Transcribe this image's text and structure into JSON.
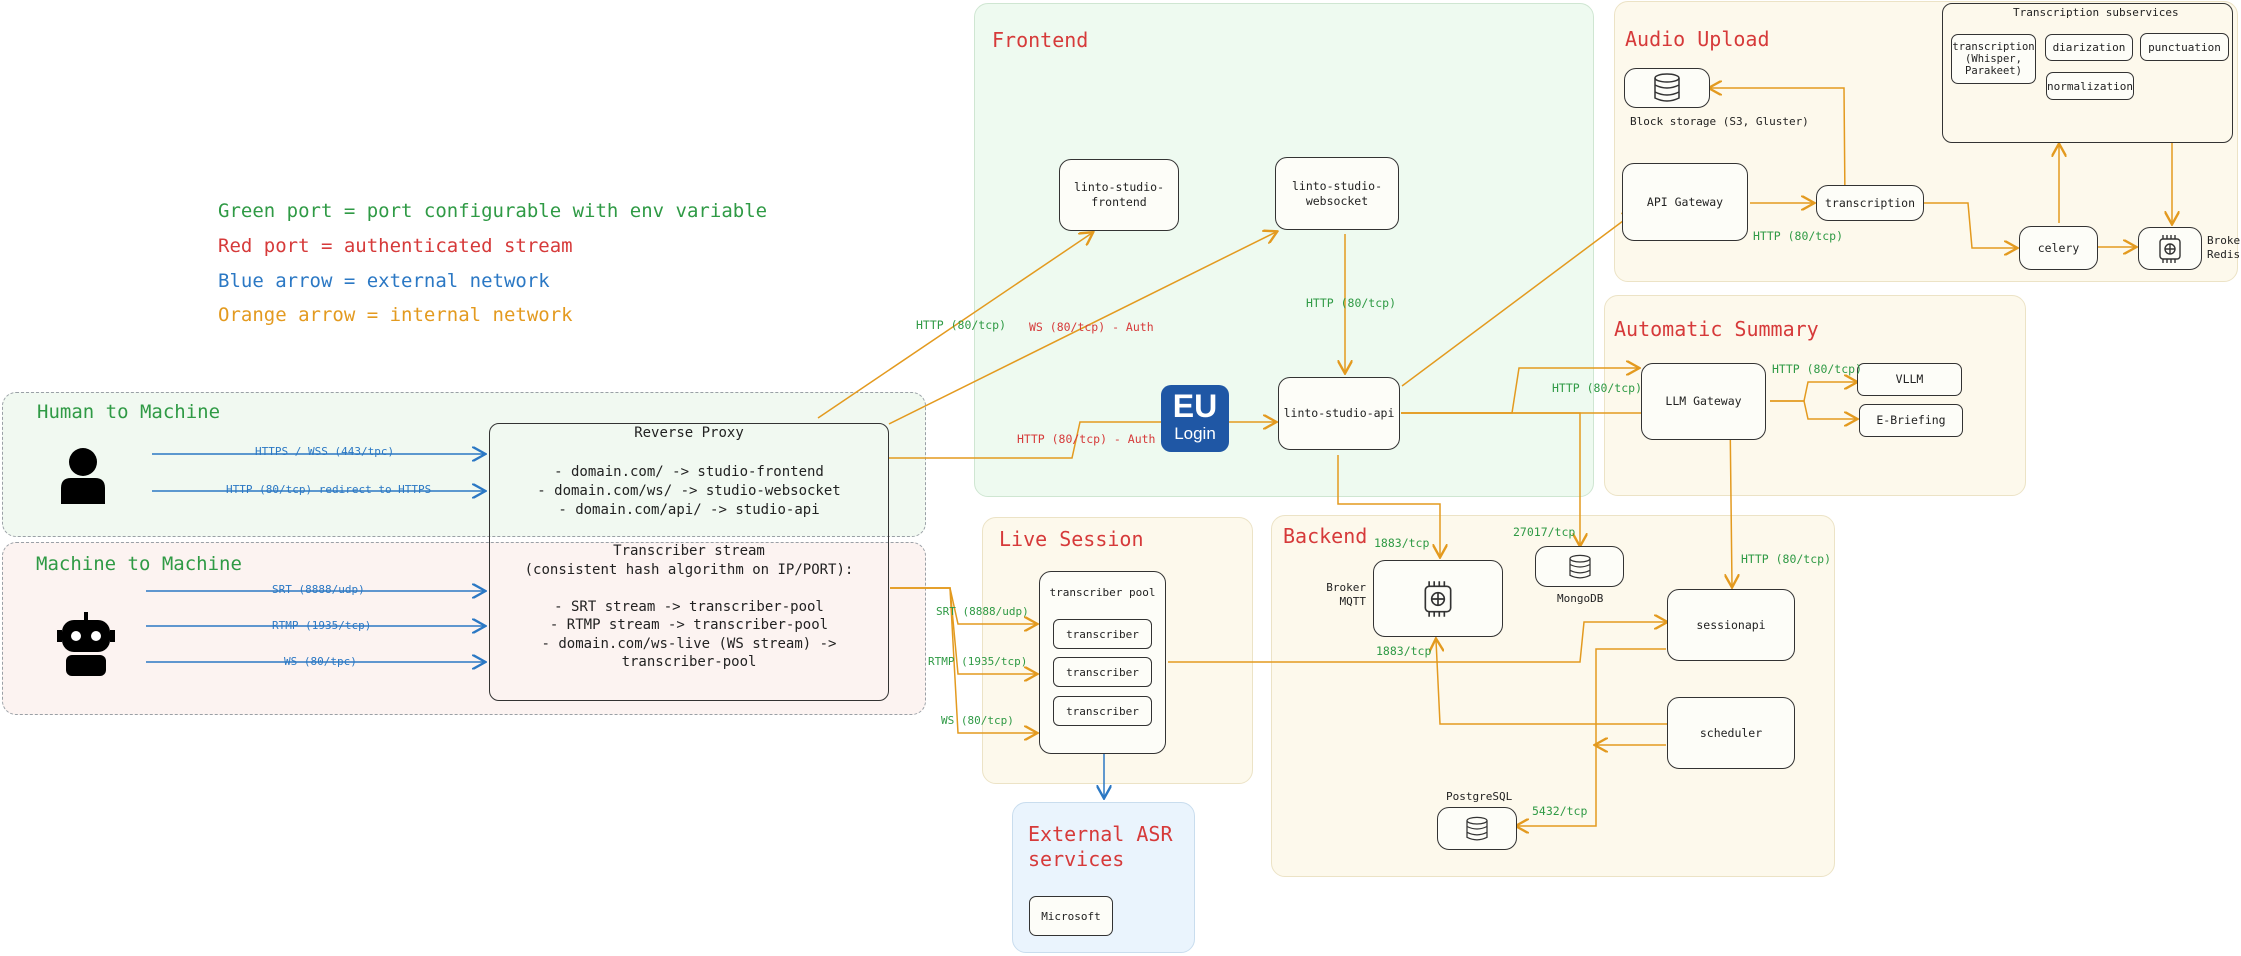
{
  "legend": {
    "green": "Green port = port configurable with env variable",
    "red": "Red port = authenticated stream",
    "blue": "Blue arrow = external network",
    "orange": "Orange arrow = internal network"
  },
  "colors": {
    "green": "#2f9a45",
    "red": "#d63a3a",
    "blue": "#2b78c4",
    "orange": "#e39a1f"
  },
  "human": {
    "title": "Human to Machine",
    "arrows": [
      "HTTPS / WSS (443/tpc)",
      "HTTP (80/tcp) redirect to HTTPS"
    ]
  },
  "machine": {
    "title": "Machine to Machine",
    "arrows": [
      "SRT (8888/udp)",
      "RTMP (1935/tcp)",
      "WS (80/tpc)"
    ]
  },
  "reverse_proxy": {
    "title": "Reverse Proxy",
    "lines": [
      "- domain.com/ -> studio-frontend",
      "- domain.com/ws/ -> studio-websocket",
      "- domain.com/api/ -> studio-api"
    ]
  },
  "transcriber_stream": {
    "text": "Transcriber stream\n(consistent hash algorithm on IP/PORT):\n\n- SRT stream  -> transcriber-pool\n- RTMP stream  -> transcriber-pool\n- domain.com/ws-live (WS stream) ->\ntranscriber-pool"
  },
  "frontend": {
    "title": "Frontend",
    "studio_frontend": "linto-studio-\nfrontend",
    "studio_websocket": "linto-studio-\nwebsocket",
    "studio_api": "linto-studio-api",
    "eu_login": {
      "eu": "EU",
      "login": "Login"
    },
    "labels": {
      "http_front": "HTTP (80/tcp)",
      "ws_auth": "WS (80/tcp) - Auth",
      "http_ws": "HTTP (80/tcp)",
      "http_auth": "HTTP (80/tcp) - Auth"
    }
  },
  "audio_upload": {
    "title": "Audio Upload",
    "block_storage": "Block storage (S3, Gluster)",
    "api_gateway": "API Gateway",
    "transcription": "transcription",
    "celery": "celery",
    "broker_redis": "Broker\nRedis",
    "http_label": "HTTP (80/tcp)",
    "subservices": {
      "title": "Transcription subservices",
      "items": [
        "transcription\n(Whisper,\nParakeet)",
        "diarization",
        "punctuation",
        "normalization"
      ]
    }
  },
  "automatic_summary": {
    "title": "Automatic Summary",
    "llm_gateway": "LLM Gateway",
    "vllm": "VLLM",
    "ebriefing": "E-Briefing",
    "http_label_1": "HTTP (80/tcp)",
    "http_label_2": "HTTP (80/tcp)"
  },
  "live_session": {
    "title": "Live Session",
    "pool": "transcriber pool",
    "transcribers": [
      "transcriber",
      "transcriber",
      "transcriber"
    ],
    "labels": [
      "SRT (8888/udp)",
      "RTMP (1935/tcp)",
      "WS (80/tcp)"
    ]
  },
  "backend": {
    "title": "Backend",
    "broker_mqtt": "Broker\nMQTT",
    "mongodb": "MongoDB",
    "sessionapi": "sessionapi",
    "scheduler": "scheduler",
    "postgres": "PostgreSQL",
    "labels": {
      "mqtt1": "1883/tcp",
      "mongo": "27017/tcp",
      "mqtt2": "1883/tcp",
      "pg": "5432/tcp",
      "http_session": "HTTP (80/tcp)"
    }
  },
  "external_asr": {
    "title": "External ASR\nservices",
    "microsoft": "Microsoft"
  }
}
